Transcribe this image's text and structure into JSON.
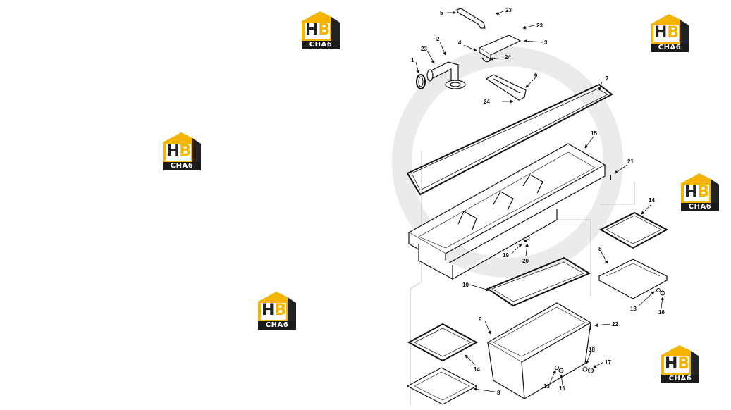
{
  "logo": {
    "letter_h": "H",
    "letter_b": "B",
    "brand_text": "CHA6",
    "accent_color": "#f4b400",
    "dark_color": "#1a1a1a"
  },
  "callouts": {
    "c1": "1",
    "c2": "2",
    "c3": "3",
    "c4": "4",
    "c5": "5",
    "c6": "6",
    "c7": "7",
    "c8a": "8",
    "c8b": "8",
    "c9": "9",
    "c10": "10",
    "c13a": "13",
    "c13b": "13",
    "c14a": "14",
    "c14b": "14",
    "c15": "15",
    "c16a": "16",
    "c16b": "16",
    "c17": "17",
    "c18": "18",
    "c19": "19",
    "c20": "20",
    "c21": "21",
    "c22": "22",
    "c23a": "23",
    "c23b": "23",
    "c23c": "23",
    "c24a": "24",
    "c24b": "24"
  }
}
